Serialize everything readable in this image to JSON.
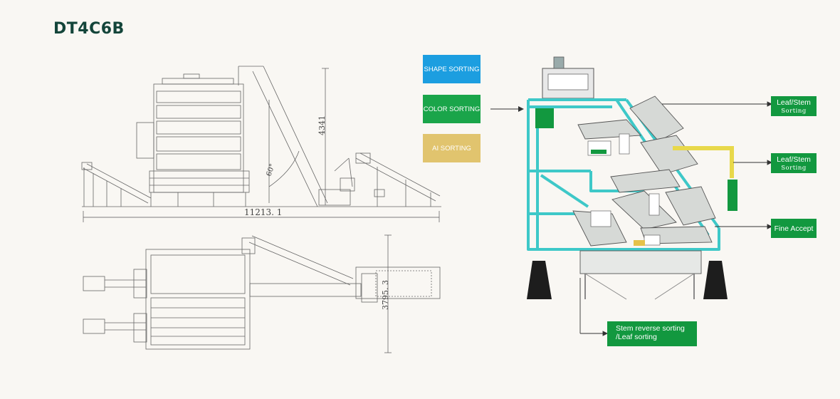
{
  "title": "DT4C6B",
  "modes": {
    "shape": "SHAPE SORTING",
    "color": "COLOR SORTING",
    "ai": "AI SORTING"
  },
  "dimensions": {
    "length": "11213. 1",
    "height": "4341",
    "angle": "60°",
    "width": "3795. 3"
  },
  "outputs": {
    "leaf_stem_1": {
      "title": "Leaf/Stem",
      "sub": "Sorting"
    },
    "leaf_stem_2": {
      "title": "Leaf/Stem",
      "sub": "Sorting"
    },
    "fine_accept": "Fine Accept",
    "stem_reverse": {
      "line1": "Stem reverse sorting",
      "line2": "/Leaf sorting"
    }
  },
  "colors": {
    "title": "#14453a",
    "shape": "#1c9ee0",
    "color": "#1aa54a",
    "ai": "#e1c46e",
    "label_bg": "#12983f",
    "frame": "#3ec8c8"
  }
}
